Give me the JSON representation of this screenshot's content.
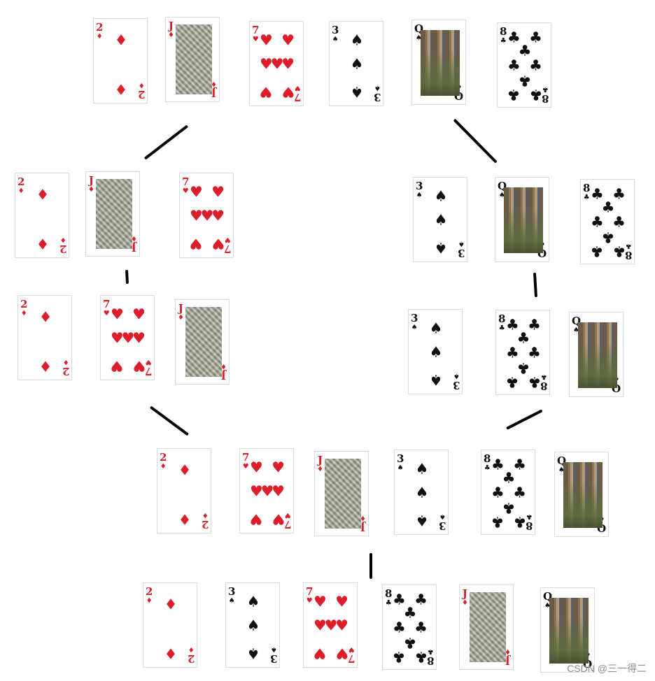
{
  "cards": {
    "top": [
      {
        "rank": "2",
        "suit": "♦"
      },
      {
        "rank": "J",
        "suit": "♦"
      },
      {
        "rank": "7",
        "suit": "♥"
      },
      {
        "rank": "3",
        "suit": "♠"
      },
      {
        "rank": "Q",
        "suit": "♠"
      },
      {
        "rank": "8",
        "suit": "♣"
      }
    ],
    "left1": [
      {
        "rank": "2",
        "suit": "♦"
      },
      {
        "rank": "J",
        "suit": "♦"
      },
      {
        "rank": "7",
        "suit": "♥"
      }
    ],
    "left2": [
      {
        "rank": "2",
        "suit": "♦"
      },
      {
        "rank": "7",
        "suit": "♥"
      },
      {
        "rank": "J",
        "suit": "♦"
      }
    ],
    "right1": [
      {
        "rank": "3",
        "suit": "♠"
      },
      {
        "rank": "Q",
        "suit": "♠"
      },
      {
        "rank": "8",
        "suit": "♣"
      }
    ],
    "right2": [
      {
        "rank": "3",
        "suit": "♠"
      },
      {
        "rank": "8",
        "suit": "♣"
      },
      {
        "rank": "Q",
        "suit": "♠"
      }
    ],
    "merge1": [
      {
        "rank": "2",
        "suit": "♦"
      },
      {
        "rank": "7",
        "suit": "♥"
      },
      {
        "rank": "J",
        "suit": "♦"
      },
      {
        "rank": "3",
        "suit": "♠"
      },
      {
        "rank": "8",
        "suit": "♣"
      },
      {
        "rank": "Q",
        "suit": "♠"
      }
    ],
    "final": [
      {
        "rank": "2",
        "suit": "♦"
      },
      {
        "rank": "3",
        "suit": "♠"
      },
      {
        "rank": "7",
        "suit": "♥"
      },
      {
        "rank": "8",
        "suit": "♣"
      },
      {
        "rank": "J",
        "suit": "♦"
      },
      {
        "rank": "Q",
        "suit": "♠"
      }
    ]
  },
  "watermark": "CSDN @三一得二"
}
